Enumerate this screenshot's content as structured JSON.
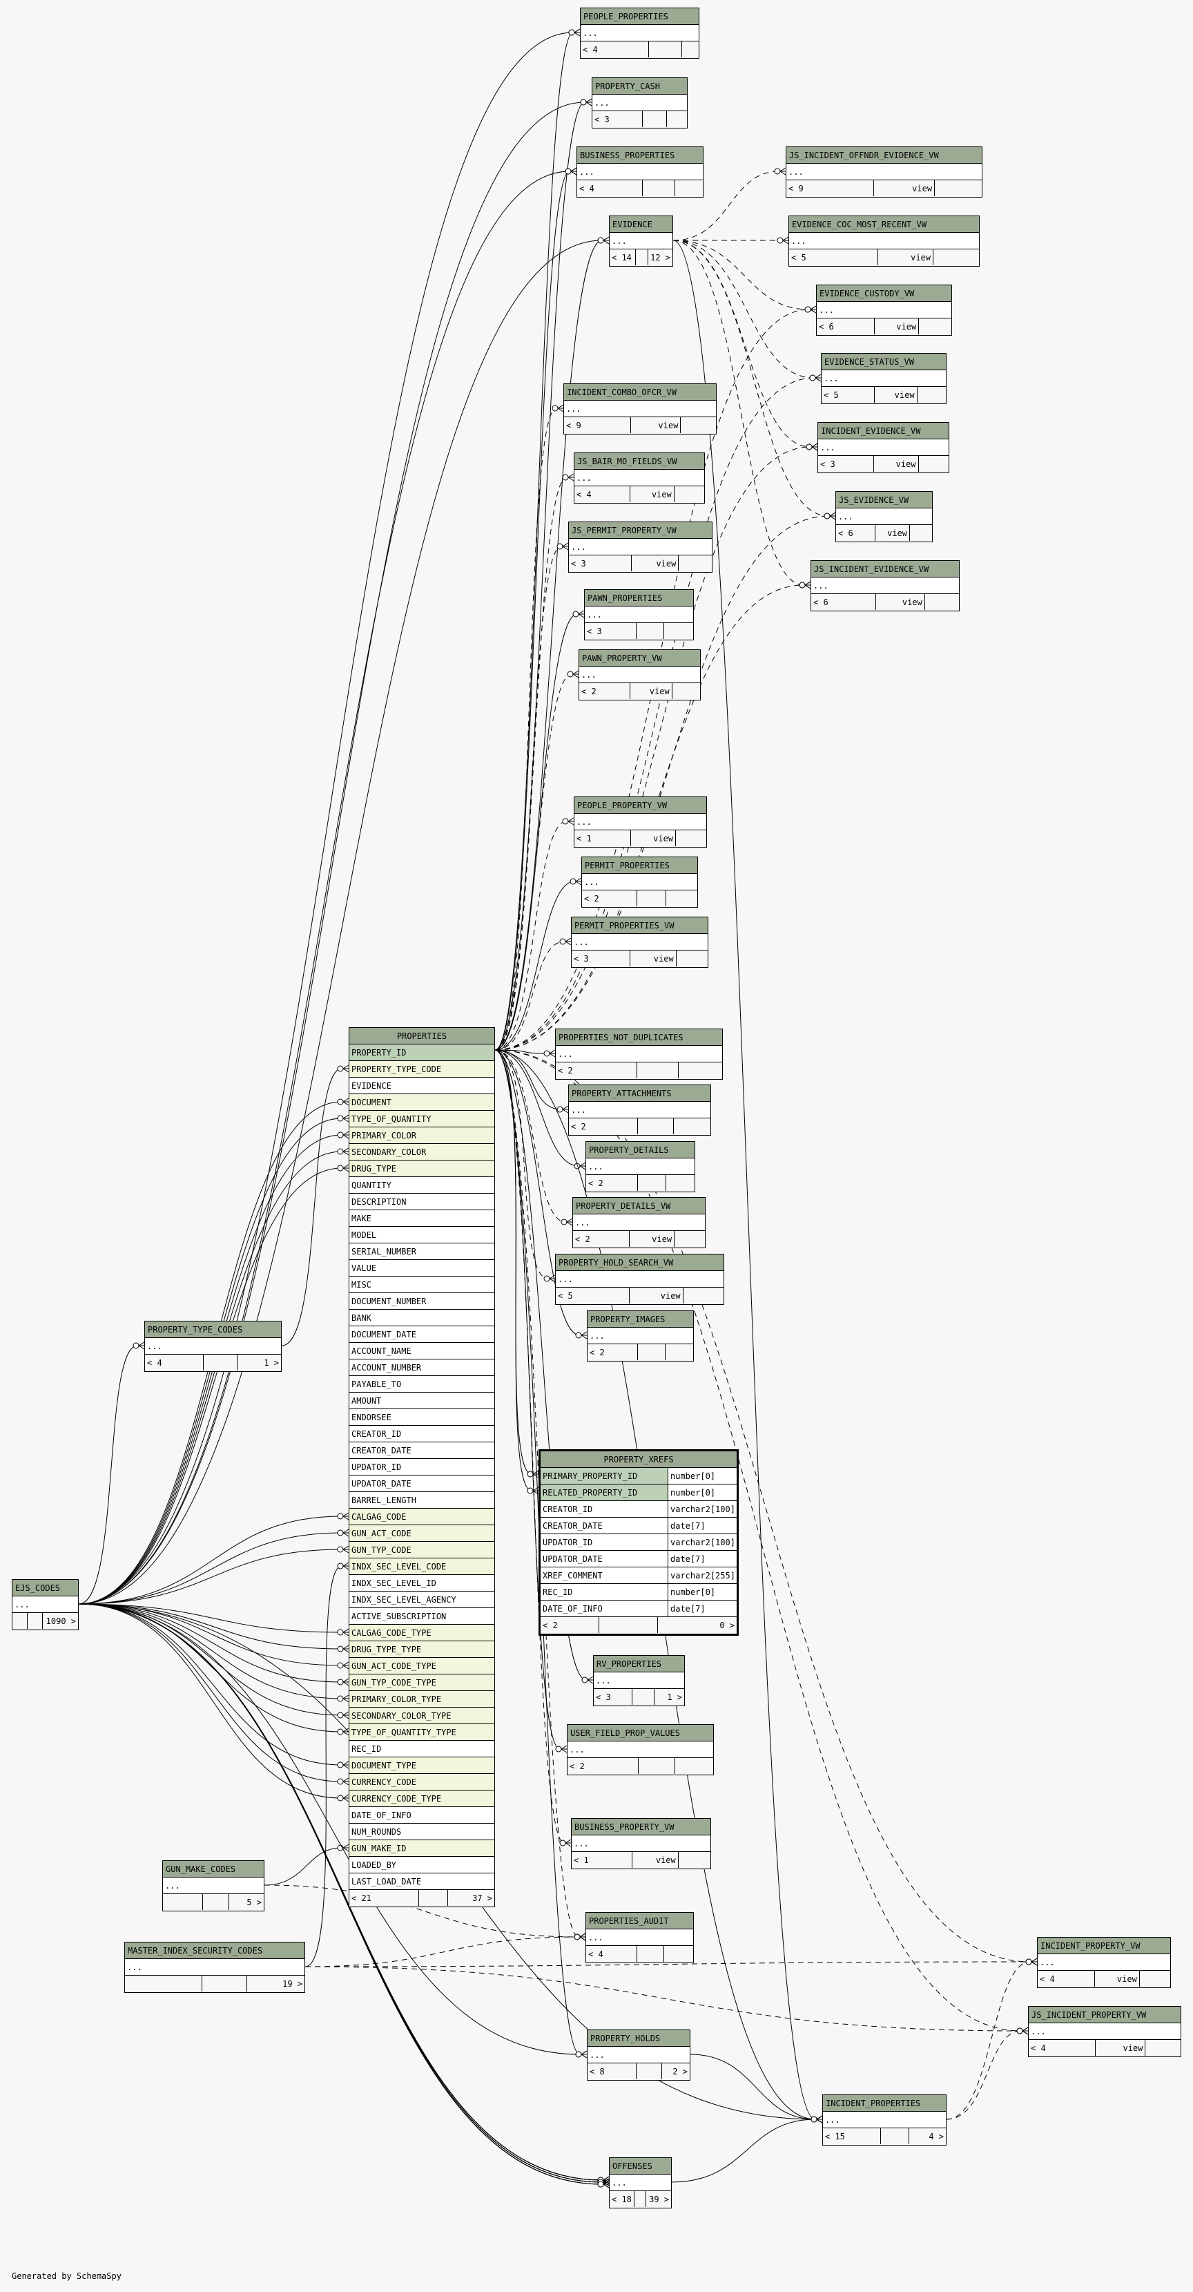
{
  "generated_by": "Generated by SchemaSpy",
  "tables": [
    {
      "name": "PEOPLE_PROPERTIES",
      "footer": [
        "< 4",
        "",
        ""
      ]
    },
    {
      "name": "PROPERTY_CASH",
      "footer": [
        "< 3",
        "",
        ""
      ]
    },
    {
      "name": "BUSINESS_PROPERTIES",
      "footer": [
        "< 4",
        "",
        ""
      ]
    },
    {
      "name": "JS_INCIDENT_OFFNDR_EVIDENCE_VW",
      "footer": [
        "< 9",
        "view",
        ""
      ]
    },
    {
      "name": "EVIDENCE",
      "footer": [
        "< 14",
        "",
        "12 >"
      ]
    },
    {
      "name": "EVIDENCE_COC_MOST_RECENT_VW",
      "footer": [
        "< 5",
        "view",
        ""
      ]
    },
    {
      "name": "EVIDENCE_CUSTODY_VW",
      "footer": [
        "< 6",
        "view",
        ""
      ]
    },
    {
      "name": "EVIDENCE_STATUS_VW",
      "footer": [
        "< 5",
        "view",
        ""
      ]
    },
    {
      "name": "INCIDENT_COMBO_OFCR_VW",
      "footer": [
        "< 9",
        "view",
        ""
      ]
    },
    {
      "name": "INCIDENT_EVIDENCE_VW",
      "footer": [
        "< 3",
        "view",
        ""
      ]
    },
    {
      "name": "JS_BAIR_MO_FIELDS_VW",
      "footer": [
        "< 4",
        "view",
        ""
      ]
    },
    {
      "name": "JS_EVIDENCE_VW",
      "footer": [
        "< 6",
        "view",
        ""
      ]
    },
    {
      "name": "JS_PERMIT_PROPERTY_VW",
      "footer": [
        "< 3",
        "view",
        ""
      ]
    },
    {
      "name": "JS_INCIDENT_EVIDENCE_VW",
      "footer": [
        "< 6",
        "view",
        ""
      ]
    },
    {
      "name": "PAWN_PROPERTIES",
      "footer": [
        "< 3",
        "",
        ""
      ]
    },
    {
      "name": "PAWN_PROPERTY_VW",
      "footer": [
        "< 2",
        "view",
        ""
      ]
    },
    {
      "name": "PEOPLE_PROPERTY_VW",
      "footer": [
        "< 1",
        "view",
        ""
      ]
    },
    {
      "name": "PERMIT_PROPERTIES",
      "footer": [
        "< 2",
        "",
        ""
      ]
    },
    {
      "name": "PERMIT_PROPERTIES_VW",
      "footer": [
        "< 3",
        "view",
        ""
      ]
    },
    {
      "name": "PROPERTIES_NOT_DUPLICATES",
      "footer": [
        "< 2",
        "",
        ""
      ]
    },
    {
      "name": "PROPERTY_ATTACHMENTS",
      "footer": [
        "< 2",
        "",
        ""
      ]
    },
    {
      "name": "PROPERTY_DETAILS",
      "footer": [
        "< 2",
        "",
        ""
      ]
    },
    {
      "name": "PROPERTY_DETAILS_VW",
      "footer": [
        "< 2",
        "view",
        ""
      ]
    },
    {
      "name": "PROPERTY_HOLD_SEARCH_VW",
      "footer": [
        "< 5",
        "view",
        ""
      ]
    },
    {
      "name": "PROPERTY_IMAGES",
      "footer": [
        "< 2",
        "",
        ""
      ]
    },
    {
      "name": "PROPERTY_XREFS",
      "footer": [
        "< 2",
        "",
        "0 >"
      ],
      "columns": [
        {
          "name": "PRIMARY_PROPERTY_ID",
          "type": "number[0]",
          "key": "pk"
        },
        {
          "name": "RELATED_PROPERTY_ID",
          "type": "number[0]",
          "key": "pk"
        },
        {
          "name": "CREATOR_ID",
          "type": "varchar2[100]",
          "key": ""
        },
        {
          "name": "CREATOR_DATE",
          "type": "date[7]",
          "key": ""
        },
        {
          "name": "UPDATOR_ID",
          "type": "varchar2[100]",
          "key": ""
        },
        {
          "name": "UPDATOR_DATE",
          "type": "date[7]",
          "key": ""
        },
        {
          "name": "XREF_COMMENT",
          "type": "varchar2[255]",
          "key": ""
        },
        {
          "name": "REC_ID",
          "type": "number[0]",
          "key": ""
        },
        {
          "name": "DATE_OF_INFO",
          "type": "date[7]",
          "key": ""
        }
      ]
    },
    {
      "name": "RV_PROPERTIES",
      "footer": [
        "< 3",
        "",
        "1 >"
      ]
    },
    {
      "name": "USER_FIELD_PROP_VALUES",
      "footer": [
        "< 2",
        "",
        ""
      ]
    },
    {
      "name": "BUSINESS_PROPERTY_VW",
      "footer": [
        "< 1",
        "view",
        ""
      ]
    },
    {
      "name": "PROPERTIES_AUDIT",
      "footer": [
        "< 4",
        "",
        ""
      ]
    },
    {
      "name": "PROPERTY_HOLDS",
      "footer": [
        "< 8",
        "",
        "2 >"
      ]
    },
    {
      "name": "OFFENSES",
      "footer": [
        "< 18",
        "",
        "39 >"
      ]
    },
    {
      "name": "INCIDENT_PROPERTIES",
      "footer": [
        "< 15",
        "",
        "4 >"
      ]
    },
    {
      "name": "INCIDENT_PROPERTY_VW",
      "footer": [
        "< 4",
        "view",
        ""
      ]
    },
    {
      "name": "JS_INCIDENT_PROPERTY_VW",
      "footer": [
        "< 4",
        "view",
        ""
      ]
    },
    {
      "name": "GUN_MAKE_CODES",
      "footer": [
        "",
        "",
        "5 >"
      ]
    },
    {
      "name": "MASTER_INDEX_SECURITY_CODES",
      "footer": [
        "",
        "",
        "19 >"
      ]
    },
    {
      "name": "PROPERTY_TYPE_CODES",
      "footer": [
        "< 4",
        "",
        "1 >"
      ]
    },
    {
      "name": "EJS_CODES",
      "footer": [
        "",
        "",
        "1090 >"
      ]
    },
    {
      "name": "PROPERTIES",
      "footer": [
        "< 21",
        "",
        "37 >"
      ],
      "columns": [
        {
          "name": "PROPERTY_ID",
          "key": "pk"
        },
        {
          "name": "PROPERTY_TYPE_CODE",
          "key": "fk"
        },
        {
          "name": "EVIDENCE",
          "key": ""
        },
        {
          "name": "DOCUMENT",
          "key": "fk"
        },
        {
          "name": "TYPE_OF_QUANTITY",
          "key": "fk"
        },
        {
          "name": "PRIMARY_COLOR",
          "key": "fk"
        },
        {
          "name": "SECONDARY_COLOR",
          "key": "fk"
        },
        {
          "name": "DRUG_TYPE",
          "key": "fk"
        },
        {
          "name": "QUANTITY",
          "key": ""
        },
        {
          "name": "DESCRIPTION",
          "key": ""
        },
        {
          "name": "MAKE",
          "key": ""
        },
        {
          "name": "MODEL",
          "key": ""
        },
        {
          "name": "SERIAL_NUMBER",
          "key": ""
        },
        {
          "name": "VALUE",
          "key": ""
        },
        {
          "name": "MISC",
          "key": ""
        },
        {
          "name": "DOCUMENT_NUMBER",
          "key": ""
        },
        {
          "name": "BANK",
          "key": ""
        },
        {
          "name": "DOCUMENT_DATE",
          "key": ""
        },
        {
          "name": "ACCOUNT_NAME",
          "key": ""
        },
        {
          "name": "ACCOUNT_NUMBER",
          "key": ""
        },
        {
          "name": "PAYABLE_TO",
          "key": ""
        },
        {
          "name": "AMOUNT",
          "key": ""
        },
        {
          "name": "ENDORSEE",
          "key": ""
        },
        {
          "name": "CREATOR_ID",
          "key": ""
        },
        {
          "name": "CREATOR_DATE",
          "key": ""
        },
        {
          "name": "UPDATOR_ID",
          "key": ""
        },
        {
          "name": "UPDATOR_DATE",
          "key": ""
        },
        {
          "name": "BARREL_LENGTH",
          "key": ""
        },
        {
          "name": "CALGAG_CODE",
          "key": "fk"
        },
        {
          "name": "GUN_ACT_CODE",
          "key": "fk"
        },
        {
          "name": "GUN_TYP_CODE",
          "key": "fk"
        },
        {
          "name": "INDX_SEC_LEVEL_CODE",
          "key": "fk"
        },
        {
          "name": "INDX_SEC_LEVEL_ID",
          "key": ""
        },
        {
          "name": "INDX_SEC_LEVEL_AGENCY",
          "key": ""
        },
        {
          "name": "ACTIVE_SUBSCRIPTION",
          "key": ""
        },
        {
          "name": "CALGAG_CODE_TYPE",
          "key": "fk"
        },
        {
          "name": "DRUG_TYPE_TYPE",
          "key": "fk"
        },
        {
          "name": "GUN_ACT_CODE_TYPE",
          "key": "fk"
        },
        {
          "name": "GUN_TYP_CODE_TYPE",
          "key": "fk"
        },
        {
          "name": "PRIMARY_COLOR_TYPE",
          "key": "fk"
        },
        {
          "name": "SECONDARY_COLOR_TYPE",
          "key": "fk"
        },
        {
          "name": "TYPE_OF_QUANTITY_TYPE",
          "key": "fk"
        },
        {
          "name": "REC_ID",
          "key": ""
        },
        {
          "name": "DOCUMENT_TYPE",
          "key": "fk"
        },
        {
          "name": "CURRENCY_CODE",
          "key": "fk"
        },
        {
          "name": "CURRENCY_CODE_TYPE",
          "key": "fk"
        },
        {
          "name": "DATE_OF_INFO",
          "key": ""
        },
        {
          "name": "NUM_ROUNDS",
          "key": ""
        },
        {
          "name": "GUN_MAKE_ID",
          "key": "fk"
        },
        {
          "name": "LOADED_BY",
          "key": ""
        },
        {
          "name": "LAST_LOAD_DATE",
          "key": ""
        }
      ]
    }
  ],
  "collapsed_row": "...",
  "colors": {
    "header": "#9caa94",
    "primary_key": "#bdd0b8",
    "foreign_key": "#f3f5dc",
    "background": "#f7f7f7"
  }
}
